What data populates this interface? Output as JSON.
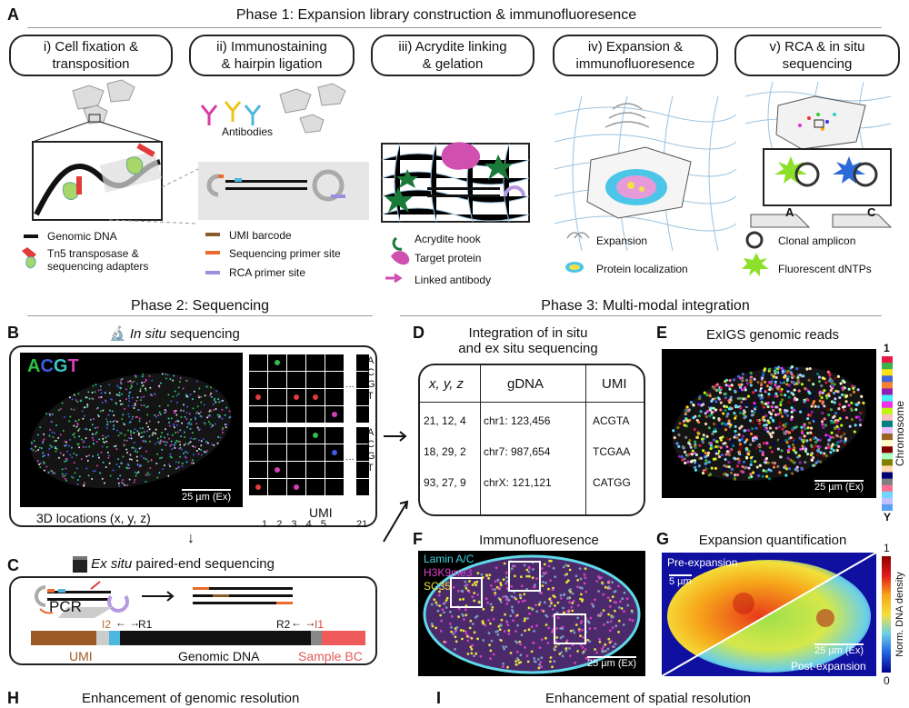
{
  "panel_letters": {
    "a": "A",
    "b": "B",
    "c": "C",
    "d": "D",
    "e": "E",
    "f": "F",
    "g": "G",
    "h": "H",
    "i": "I"
  },
  "phase1_title": "Phase 1: Expansion library construction & immunofluoresence",
  "phase2_title": "Phase 2: Sequencing",
  "phase3_title": "Phase 3: Multi-modal integration",
  "steps": [
    {
      "l1": "i) Cell fixation &",
      "l2": "transposition"
    },
    {
      "l1": "ii) Immunostaining",
      "l2": "& hairpin ligation"
    },
    {
      "l1": "iii) Acrydite linking",
      "l2": "& gelation"
    },
    {
      "l1": "iv) Expansion &",
      "l2": "immunofluoresence"
    },
    {
      "l1": "v) RCA & in situ",
      "l2": "sequencing"
    }
  ],
  "antibodies_label": "Antibodies",
  "legend": {
    "genomic_dna": "Genomic DNA",
    "tn5_1": "Tn5 transposase &",
    "tn5_2": "sequencing adapters",
    "umi": "UMI barcode",
    "seq_primer": "Sequencing primer site",
    "rca_primer": "RCA primer site",
    "acrydite": "Acrydite hook",
    "target": "Target protein",
    "linked": "Linked antibody",
    "expansion": "Expansion",
    "protein_loc": "Protein localization",
    "clonal": "Clonal amplicon",
    "fluor": "Fluorescent dNTPs"
  },
  "rca_bases": [
    "A",
    "C"
  ],
  "b": {
    "title_em": "In situ",
    "title_rest": " sequencing",
    "acgt": [
      "A",
      "C",
      "G",
      "T"
    ],
    "acgt_colors": [
      "#2fbf4a",
      "#3f5be0",
      "#3bc3c3",
      "#d33fb8"
    ],
    "scale": "25 µm (Ex)",
    "locations": "3D locations (x, y, z)",
    "umi": "UMI",
    "cycles": [
      "1",
      "2",
      "3",
      "4",
      "5",
      "21"
    ],
    "bases": [
      "A",
      "C",
      "G",
      "T"
    ],
    "dots": "···"
  },
  "c": {
    "title_em": "Ex situ",
    "title_rest": " paired-end sequencing",
    "pcr": "PCR",
    "i2": "I2",
    "r1": "R1",
    "r2": "R2",
    "i1": "I1",
    "umi": "UMI",
    "genomic": "Genomic DNA",
    "sample": "Sample BC"
  },
  "d": {
    "title1": "Integration of in situ",
    "title2": "and ex situ sequencing",
    "headers": [
      "x, y, z",
      "gDNA",
      "UMI"
    ],
    "rows": [
      [
        "21, 12, 4",
        "chr1: 123,456",
        "ACGTA"
      ],
      [
        "18, 29, 2",
        "chr7: 987,654",
        "TCGAA"
      ],
      [
        "93, 27, 9",
        "chrX: 121,121",
        "CATGG"
      ]
    ]
  },
  "e": {
    "title": "ExIGS genomic reads",
    "scale": "25 µm (Ex)",
    "top": "1",
    "bottom": "Y",
    "axis": "Chromosome"
  },
  "f": {
    "title": "Immunofluoresence",
    "m1": "Lamin A/C",
    "m2": "H3K9me3",
    "m3": "SC35",
    "scale": "25 µm (Ex)"
  },
  "g": {
    "title": "Expansion quantification",
    "pre": "Pre-expansion",
    "pre_scale": "5 µm",
    "post": "Post-expansion",
    "post_scale": "25 µm (Ex)",
    "axis": "Norm. DNA density",
    "top": "1",
    "bottom": "0"
  },
  "bottom": {
    "h_title": "Enhancement of genomic resolution",
    "i_title": "Enhancement of spatial resolution"
  }
}
